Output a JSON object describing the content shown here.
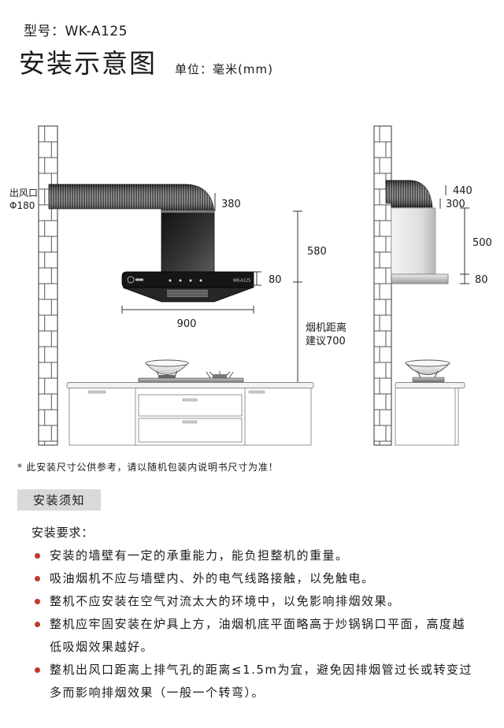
{
  "header": {
    "model": "型号：WK-A125",
    "title": "安装示意图",
    "unit": "单位：毫米(mm)"
  },
  "diagram": {
    "outlet_label": "出风口",
    "outlet_diameter": "Φ180",
    "front_view": {
      "duct_cover_width": "380",
      "hood_height": "580",
      "panel_thickness": "80",
      "hood_width": "900",
      "distance_label": "烟机距离",
      "distance_recommendation": "建议700",
      "hood_panel_model": "WK-A125"
    },
    "side_view": {
      "depth_top": "440",
      "depth_panel": "300",
      "panel_height": "500",
      "base_thickness": "80"
    }
  },
  "note": "* 此安装尺寸公供参考，请以随机包装内说明书尺寸为准！",
  "instructions": {
    "section_title": "安装须知",
    "requirements_label": "安装要求：",
    "items": [
      {
        "lines": [
          "安装的墙壁有一定的承重能力，能负担整机的重量。"
        ]
      },
      {
        "lines": [
          "吸油烟机不应与墙壁内、外的电气线路接触，以免触电。"
        ]
      },
      {
        "lines": [
          "整机不应安装在空气对流太大的环境中，以免影响排烟效果。"
        ]
      },
      {
        "lines": [
          "整机应牢固安装在炉具上方，油烟机底平面略高于炒锅锅口平面，高度越",
          "低吸烟效果越好。"
        ]
      },
      {
        "lines": [
          "整机出风口距离上排气孔的距离≤1.5m为宜，避免因排烟管过长或转变过",
          "多而影响排烟效果（一般一个转弯）。"
        ]
      }
    ]
  },
  "colors": {
    "text": "#1a1a1a",
    "bullet": "#c0392b",
    "section_bg": "#d9d9d9"
  }
}
